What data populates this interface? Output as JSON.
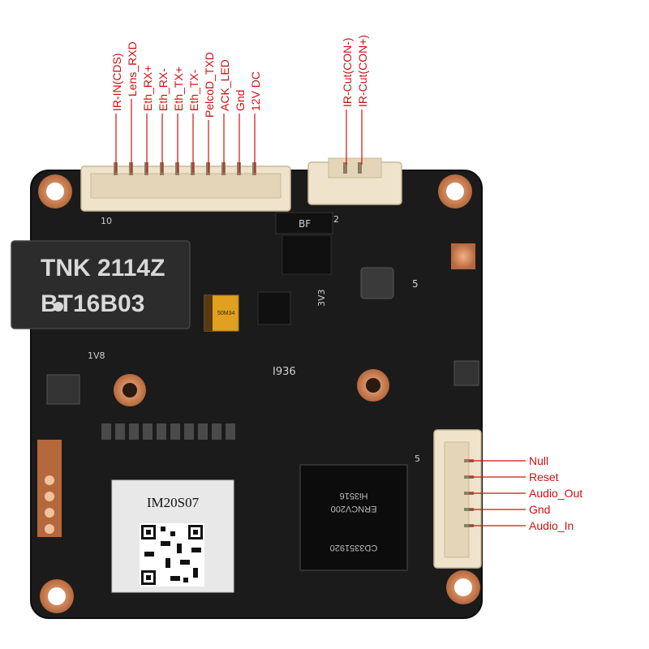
{
  "top_connector_left": {
    "pins": [
      "IR-IN(CDS)",
      "Lens_RXD",
      "Eth_RX+",
      "Eth_RX-",
      "Eth_TX+",
      "Eth_TX-",
      "PelcoD_TXD",
      "ACK_LED",
      "Gnd",
      "12V DC"
    ],
    "pin_number": "10"
  },
  "top_connector_right": {
    "pins": [
      "IR-Cut(CON-)",
      "IR-Cut(CON+)"
    ],
    "pin_number": "2"
  },
  "side_connector": {
    "pins": [
      "Null",
      "Reset",
      "Audio_Out",
      "Gnd",
      "Audio_In"
    ],
    "pin_number": "5"
  },
  "board_markings": {
    "transformer_line1": "TNK 2114Z",
    "transformer_line2": "BT16B03",
    "bf_chip": "BF",
    "label_3v3": "3V3",
    "label_1v8": "1V8",
    "label_5": "5",
    "label_i936": "I936",
    "cap_marking": "50M34"
  },
  "soc": {
    "line1": "CD3351920",
    "line2": "ERNCV200",
    "line3": "Hi3516"
  },
  "sticker": {
    "model": "IM20S07"
  },
  "colors": {
    "pcb": "#1a1a1a",
    "pad_copper": "#c47a4a",
    "connector_cream": "#efe3cc",
    "label_red": "#d01010"
  }
}
